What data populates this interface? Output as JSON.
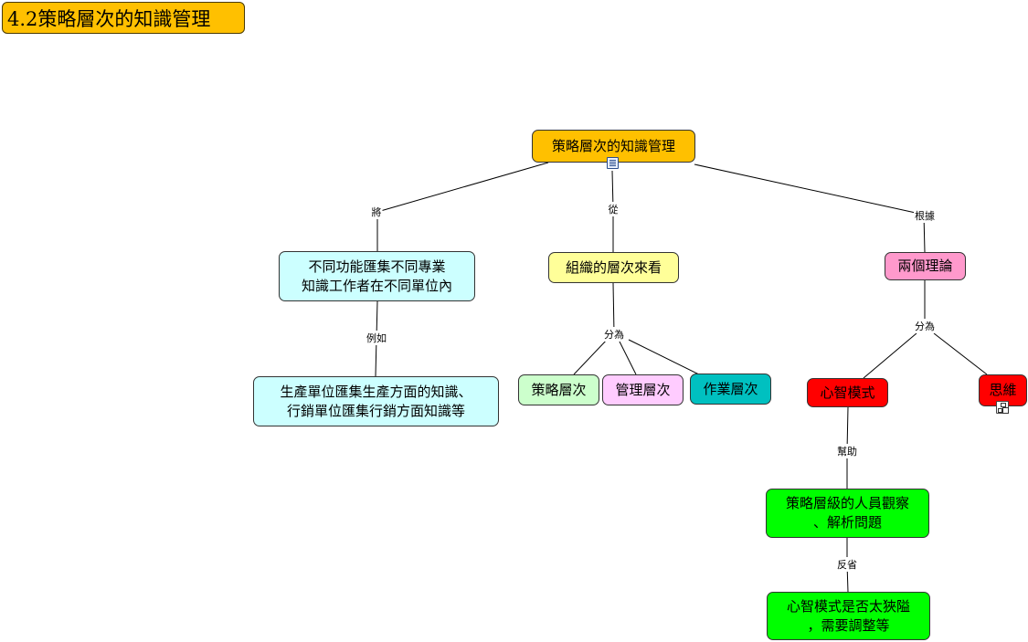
{
  "title": "4.2策略層次的知識管理",
  "nodes": {
    "root": "策略層次的知識管理",
    "functional": "不同功能匯集不同專業\n知識工作者在不同單位內",
    "example": "生產單位匯集生產方面的知識、\n行銷單位匯集行銷方面知識等",
    "org_level": "組織的層次來看",
    "strategic_level": "策略層次",
    "management_level": "管理層次",
    "operation_level": "作業層次",
    "two_theories": "兩個理論",
    "mental_model": "心智模式",
    "thinking": "思維",
    "observe": "策略層級的人員觀察\n、解析問題",
    "reflect": "心智模式是否太狹隘\n，需要調整等"
  },
  "links": {
    "jiang": "將",
    "cong": "從",
    "genju": "根據",
    "liru": "例如",
    "fenwei_org": "分為",
    "fenwei_theory": "分為",
    "bangzhu": "幫助",
    "fansheng": "反省"
  },
  "colors": {
    "orange": "#ffc000",
    "cyan": "#ccffff",
    "yellow": "#ffff99",
    "light_green": "#ccffcc",
    "light_pink": "#ffccff",
    "teal": "#00c0c0",
    "pink": "#ff99cc",
    "red": "#ff0000",
    "green": "#00ff00"
  },
  "icons": {
    "root_note": "note-icon",
    "thinking_subtree": "subtree-icon"
  }
}
